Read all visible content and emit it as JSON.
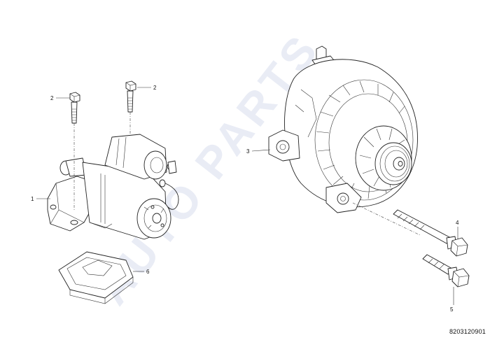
{
  "diagram": {
    "callouts": [
      "1",
      "2",
      "2",
      "3",
      "4",
      "5",
      "6"
    ],
    "watermark": "AUTO PARTS",
    "reference_code": "8203120901"
  }
}
